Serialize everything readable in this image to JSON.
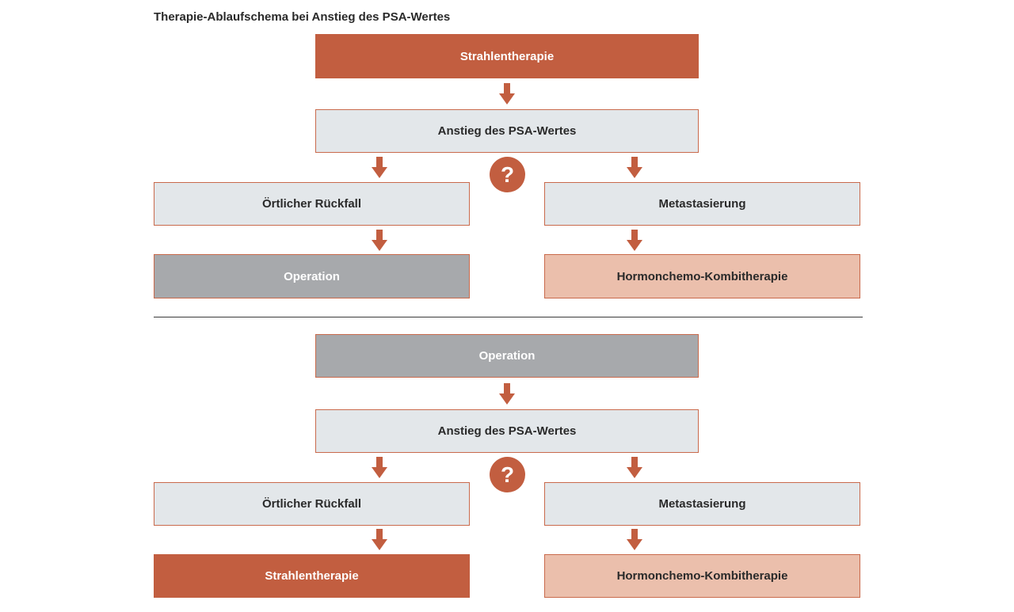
{
  "title": "Therapie-Ablaufschema bei Anstieg des PSA-Wertes",
  "colors": {
    "accent_red": "#c25e40",
    "light_box": "#e3e7ea",
    "grey_box": "#a7a9ac",
    "peach_box": "#ebbfac"
  },
  "icons": {
    "arrow": "arrow-down-icon",
    "question": "question-mark-icon"
  },
  "flow_top": {
    "start": "Strahlentherapie",
    "event": "Anstieg des PSA-Wertes",
    "question": "?",
    "left_branch": "Örtlicher Rückfall",
    "right_branch": "Metastasierung",
    "left_therapy": "Operation",
    "right_therapy": "Hormonchemo-Kombitherapie"
  },
  "flow_bottom": {
    "start": "Operation",
    "event": "Anstieg des PSA-Wertes",
    "question": "?",
    "left_branch": "Örtlicher Rückfall",
    "right_branch": "Metastasierung",
    "left_therapy": "Strahlentherapie",
    "right_therapy": "Hormonchemo-Kombitherapie"
  }
}
